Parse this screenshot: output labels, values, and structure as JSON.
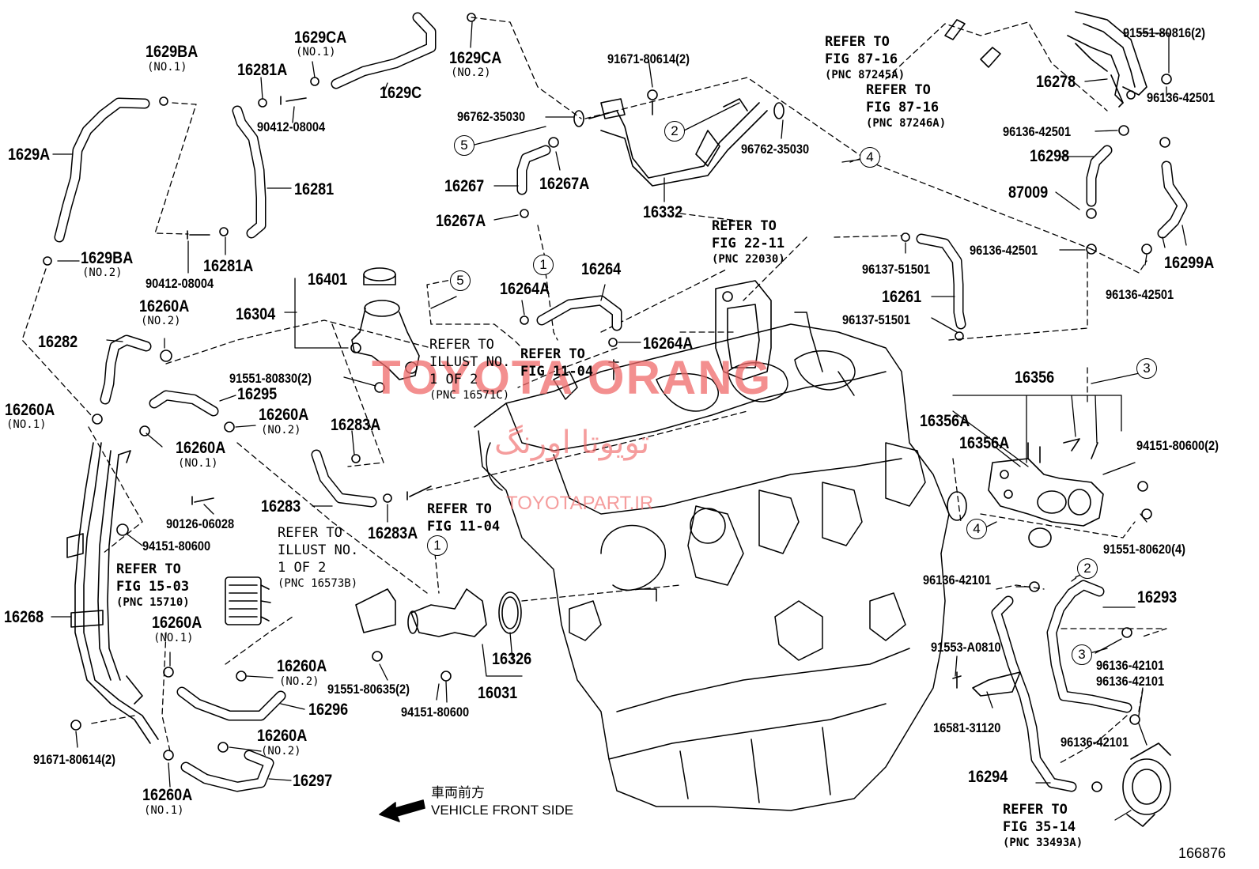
{
  "figure_number": "166876",
  "front_label_jp": "車両前方",
  "front_label_en": "VEHICLE FRONT SIDE",
  "watermark": {
    "brand": "TOYOTA ORANG",
    "persian": "تویوتا اورنگ",
    "site": "TOYOTAPART.IR"
  },
  "callouts": [
    "1",
    "2",
    "3",
    "4",
    "5"
  ],
  "parts": [
    {
      "id": "p1",
      "text": "1629BA"
    },
    {
      "id": "p2",
      "text": "(NO.1)"
    },
    {
      "id": "p3",
      "text": "1629A"
    },
    {
      "id": "p4",
      "text": "1629BA"
    },
    {
      "id": "p5",
      "text": "(NO.2)"
    },
    {
      "id": "p6",
      "text": "1629CA"
    },
    {
      "id": "p7",
      "text": "(NO.1)"
    },
    {
      "id": "p8",
      "text": "16281A"
    },
    {
      "id": "p9",
      "text": "90412-08004"
    },
    {
      "id": "p10",
      "text": "1629C"
    },
    {
      "id": "p11",
      "text": "1629CA"
    },
    {
      "id": "p12",
      "text": "(NO.2)"
    },
    {
      "id": "p13",
      "text": "16281"
    },
    {
      "id": "p14",
      "text": "90412-08004"
    },
    {
      "id": "p15",
      "text": "16281A"
    },
    {
      "id": "p16",
      "text": "91671-80614(2)"
    },
    {
      "id": "p17",
      "text": "96762-35030"
    },
    {
      "id": "p18",
      "text": "96762-35030"
    },
    {
      "id": "p19",
      "text": "16267"
    },
    {
      "id": "p20",
      "text": "16267A"
    },
    {
      "id": "p21",
      "text": "16267A"
    },
    {
      "id": "p22",
      "text": "16332"
    },
    {
      "id": "p23",
      "text": "16401"
    },
    {
      "id": "p24",
      "text": "16304"
    },
    {
      "id": "p25",
      "text": "16264A"
    },
    {
      "id": "p26",
      "text": "16264"
    },
    {
      "id": "p27",
      "text": "16264A"
    },
    {
      "id": "p28",
      "text": "16260A"
    },
    {
      "id": "p29",
      "text": "(NO.2)"
    },
    {
      "id": "p30",
      "text": "16282"
    },
    {
      "id": "p31",
      "text": "91551-80830(2)"
    },
    {
      "id": "p32",
      "text": "16295"
    },
    {
      "id": "p33",
      "text": "16260A"
    },
    {
      "id": "p34",
      "text": "(NO.1)"
    },
    {
      "id": "p35",
      "text": "16260A"
    },
    {
      "id": "p36",
      "text": "(NO.2)"
    },
    {
      "id": "p37",
      "text": "16260A"
    },
    {
      "id": "p38",
      "text": "(NO.1)"
    },
    {
      "id": "p39",
      "text": "16283A"
    },
    {
      "id": "p40",
      "text": "16283"
    },
    {
      "id": "p41",
      "text": "16283A"
    },
    {
      "id": "p42",
      "text": "90126-06028"
    },
    {
      "id": "p43",
      "text": "94151-80600"
    },
    {
      "id": "p44",
      "text": "16268"
    },
    {
      "id": "p45",
      "text": "16260A"
    },
    {
      "id": "p46",
      "text": "(NO.1)"
    },
    {
      "id": "p47",
      "text": "16260A"
    },
    {
      "id": "p48",
      "text": "(NO.2)"
    },
    {
      "id": "p49",
      "text": "16296"
    },
    {
      "id": "p50",
      "text": "16260A"
    },
    {
      "id": "p51",
      "text": "(NO.2)"
    },
    {
      "id": "p52",
      "text": "16297"
    },
    {
      "id": "p53",
      "text": "91671-80614(2)"
    },
    {
      "id": "p54",
      "text": "16260A"
    },
    {
      "id": "p55",
      "text": "(NO.1)"
    },
    {
      "id": "p56",
      "text": "91551-80635(2)"
    },
    {
      "id": "p57",
      "text": "94151-80600"
    },
    {
      "id": "p58",
      "text": "16326"
    },
    {
      "id": "p59",
      "text": "16031"
    },
    {
      "id": "p60",
      "text": "91551-80816(2)"
    },
    {
      "id": "p61",
      "text": "16278"
    },
    {
      "id": "p62",
      "text": "96136-42501"
    },
    {
      "id": "p63",
      "text": "96136-42501"
    },
    {
      "id": "p64",
      "text": "16298"
    },
    {
      "id": "p65",
      "text": "87009"
    },
    {
      "id": "p66",
      "text": "96136-42501"
    },
    {
      "id": "p67",
      "text": "16299A"
    },
    {
      "id": "p68",
      "text": "96136-42501"
    },
    {
      "id": "p69",
      "text": "96137-51501"
    },
    {
      "id": "p70",
      "text": "16261"
    },
    {
      "id": "p71",
      "text": "96137-51501"
    },
    {
      "id": "p72",
      "text": "16356"
    },
    {
      "id": "p73",
      "text": "16356A"
    },
    {
      "id": "p74",
      "text": "16356A"
    },
    {
      "id": "p75",
      "text": "94151-80600(2)"
    },
    {
      "id": "p76",
      "text": "91551-80620(4)"
    },
    {
      "id": "p77",
      "text": "96136-42101"
    },
    {
      "id": "p78",
      "text": "16293"
    },
    {
      "id": "p79",
      "text": "91553-A0810"
    },
    {
      "id": "p80",
      "text": "96136-42101"
    },
    {
      "id": "p81",
      "text": "96136-42101"
    },
    {
      "id": "p82",
      "text": "16581-31120"
    },
    {
      "id": "p83",
      "text": "96136-42101"
    },
    {
      "id": "p84",
      "text": "16294"
    }
  ],
  "refs": [
    {
      "id": "r1",
      "lines": [
        "REFER TO",
        "FIG 87-16",
        "(PNC 87245A)"
      ]
    },
    {
      "id": "r2",
      "lines": [
        "REFER TO",
        "FIG 87-16",
        "(PNC 87246A)"
      ]
    },
    {
      "id": "r3",
      "lines": [
        "REFER TO",
        "FIG 22-11",
        "(PNC 22030)"
      ]
    },
    {
      "id": "r4",
      "lines": [
        "REFER TO",
        "ILLUST NO.",
        "1 OF 2",
        "(PNC 16571C)"
      ]
    },
    {
      "id": "r5",
      "lines": [
        "REFER TO",
        "FIG 11-04"
      ]
    },
    {
      "id": "r6",
      "lines": [
        "REFER TO",
        "FIG 11-04"
      ]
    },
    {
      "id": "r7",
      "lines": [
        "REFER TO",
        "ILLUST NO.",
        "1 OF 2",
        "(PNC 16573B)"
      ]
    },
    {
      "id": "r8",
      "lines": [
        "REFER TO",
        "FIG 15-03",
        "(PNC 15710)"
      ]
    },
    {
      "id": "r9",
      "lines": [
        "REFER TO",
        "FIG 35-14",
        "(PNC 33493A)"
      ]
    }
  ]
}
